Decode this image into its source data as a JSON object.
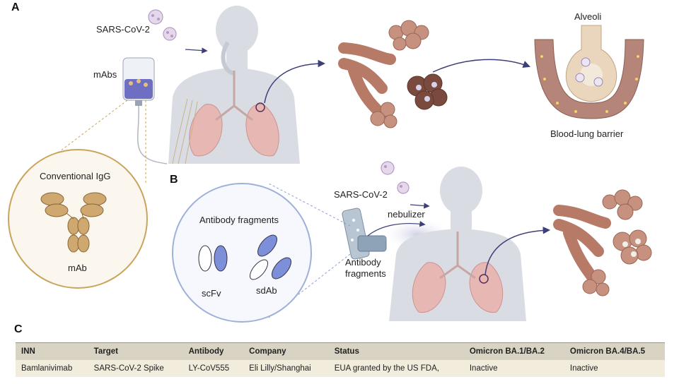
{
  "panels": {
    "a": "A",
    "b": "B",
    "c": "C"
  },
  "panel_a": {
    "virus_label": "SARS-CoV-2",
    "mabs_label": "mAbs",
    "alveoli_label": "Alveoli",
    "barrier_label": "Blood-lung barrier",
    "callout_title": "Conventional IgG",
    "callout_caption": "mAb"
  },
  "panel_b": {
    "virus_label": "SARS-CoV-2",
    "nebulizer_label": "nebulizer",
    "fragments_label_line1": "Antibody",
    "fragments_label_line2": "fragments",
    "callout_title": "Antibody fragments",
    "scfv_label": "scFv",
    "sdab_label": "sdAb"
  },
  "colors": {
    "lung": "#e7b7b4",
    "body": "#d9dde3",
    "bronchi": "#b77a66",
    "alveolar": "#b68579",
    "callout_border": "#c9a45a",
    "antibody": "#c9a06a",
    "fragment": "#7d8fd8",
    "arrow": "#3d3f78"
  },
  "table": {
    "headers": [
      "INN",
      "Target",
      "Antibody",
      "Company",
      "Status",
      "Omicron BA.1/BA.2",
      "Omicron BA.4/BA.5"
    ],
    "rows": [
      [
        "Bamlanivimab",
        "SARS-CoV-2 Spike",
        "LY-CoV555",
        "Eli Lilly/Shanghai",
        "EUA granted by the US FDA,",
        "Inactive",
        "Inactive"
      ]
    ]
  }
}
